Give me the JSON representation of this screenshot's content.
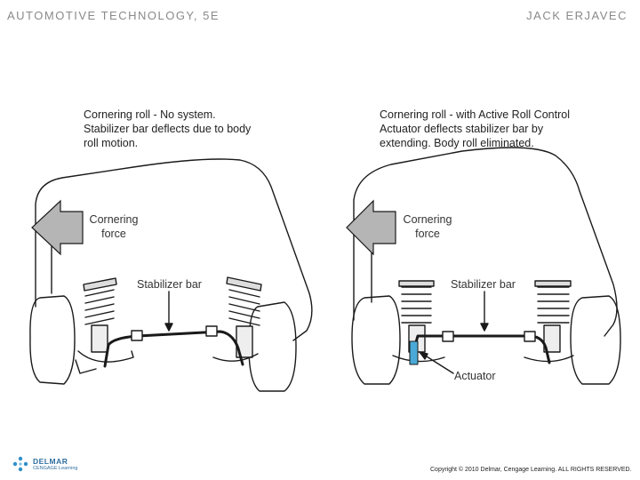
{
  "header": {
    "left": "AUTOMOTIVE TECHNOLOGY, 5E",
    "right": "JACK ERJAVEC"
  },
  "left_panel": {
    "caption": "Cornering roll - No system.\nStabilizer bar deflects due to body\n roll motion.",
    "force_label": "Cornering\nforce",
    "stabilizer_label": "Stabilizer bar"
  },
  "right_panel": {
    "caption": "Cornering roll - with Active Roll Control\nActuator deflects stabilizer bar by\nextending. Body roll eliminated.",
    "force_label": "Cornering\nforce",
    "stabilizer_label": "Stabilizer bar",
    "actuator_label": "Actuator"
  },
  "footer": {
    "logo_line1": "DELMAR",
    "logo_line2": "CENGAGE Learning",
    "copyright": "Copyright © 2010 Delmar, Cengage Learning. ALL RIGHTS RESERVED."
  },
  "colors": {
    "actuator": "#4aa9d6",
    "arrow_fill": "#b5b5b5",
    "line": "#1a1a1a"
  }
}
